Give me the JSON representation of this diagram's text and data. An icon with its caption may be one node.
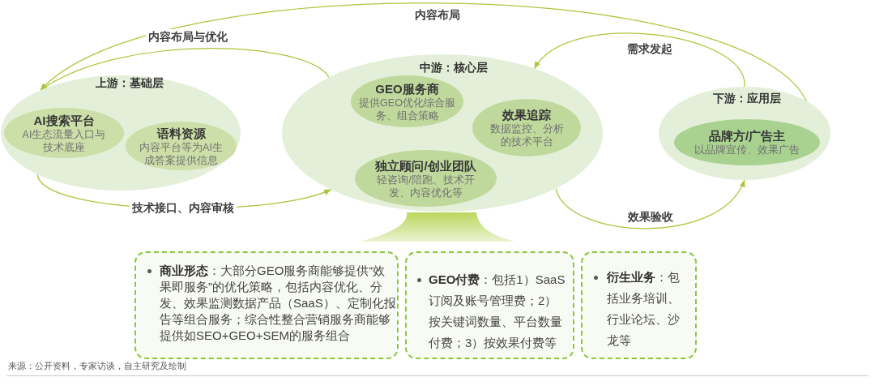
{
  "diagram": {
    "nodes": [
      {
        "text": [
          "上游：基础层"
        ]
      },
      {
        "text": [
          "AI搜索平台",
          "AI生态流量入口与技术底座"
        ],
        "in": 0
      },
      {
        "text": [
          "语料资源",
          "内容平台等为AI生成答案提供信息"
        ],
        "in": 0
      },
      {
        "text": [
          "中游：核心层"
        ]
      },
      {
        "text": [
          "GEO服务商",
          "提供GEO优化综合服务、组合策略"
        ],
        "in": 3
      },
      {
        "text": [
          "效果追踪",
          "数据监控、分析的技术平台"
        ],
        "in": 3
      },
      {
        "text": [
          "独立顾问/创业团队",
          "轻咨询/陪跑、技术开发、内容优化等"
        ],
        "in": 3
      },
      {
        "text": [
          "下游：应用层"
        ]
      },
      {
        "text": [
          "品牌方/广告主",
          "以品牌宣传、效果广告"
        ],
        "in": 7
      },
      {
        "text": [],
        "shape": "funnel"
      },
      {
        "text": [
          "**商业形态**：大部分GEO服务商能够提供“效果即服务”的优化策略，包括内容优化、分发、效果监测数据产品（SaaS）、定制化报告等组合服务；综合性整合营销服务商能够提供如SEO+GEO+SEM的服务组合"
        ]
      },
      {
        "text": [
          "**GEO付费**：包括1）SaaS订阅及账号管理费；2）按关键词数量、平台数量付费；3）按效果付费等"
        ]
      },
      {
        "text": [
          "**衍生业务**：包括业务培训、行业论坛、沙龙等"
        ]
      }
    ],
    "edges": [
      {
        "from": 7,
        "to": 0,
        "arrow": "to",
        "label": "内容布局"
      },
      {
        "from": 3,
        "to": 0,
        "arrow": "to",
        "label": "内容布局与优化"
      },
      {
        "from": 7,
        "to": 3,
        "arrow": "to",
        "label": "需求发起"
      },
      {
        "from": 0,
        "to": 3,
        "arrow": "to",
        "label": "技术接口、内容审核"
      },
      {
        "from": 3,
        "to": 7,
        "arrow": "to",
        "label": "效果验收"
      }
    ],
    "labels": [
      "来源：公开资料，专家访谈，自主研究及绘制"
    ]
  }
}
